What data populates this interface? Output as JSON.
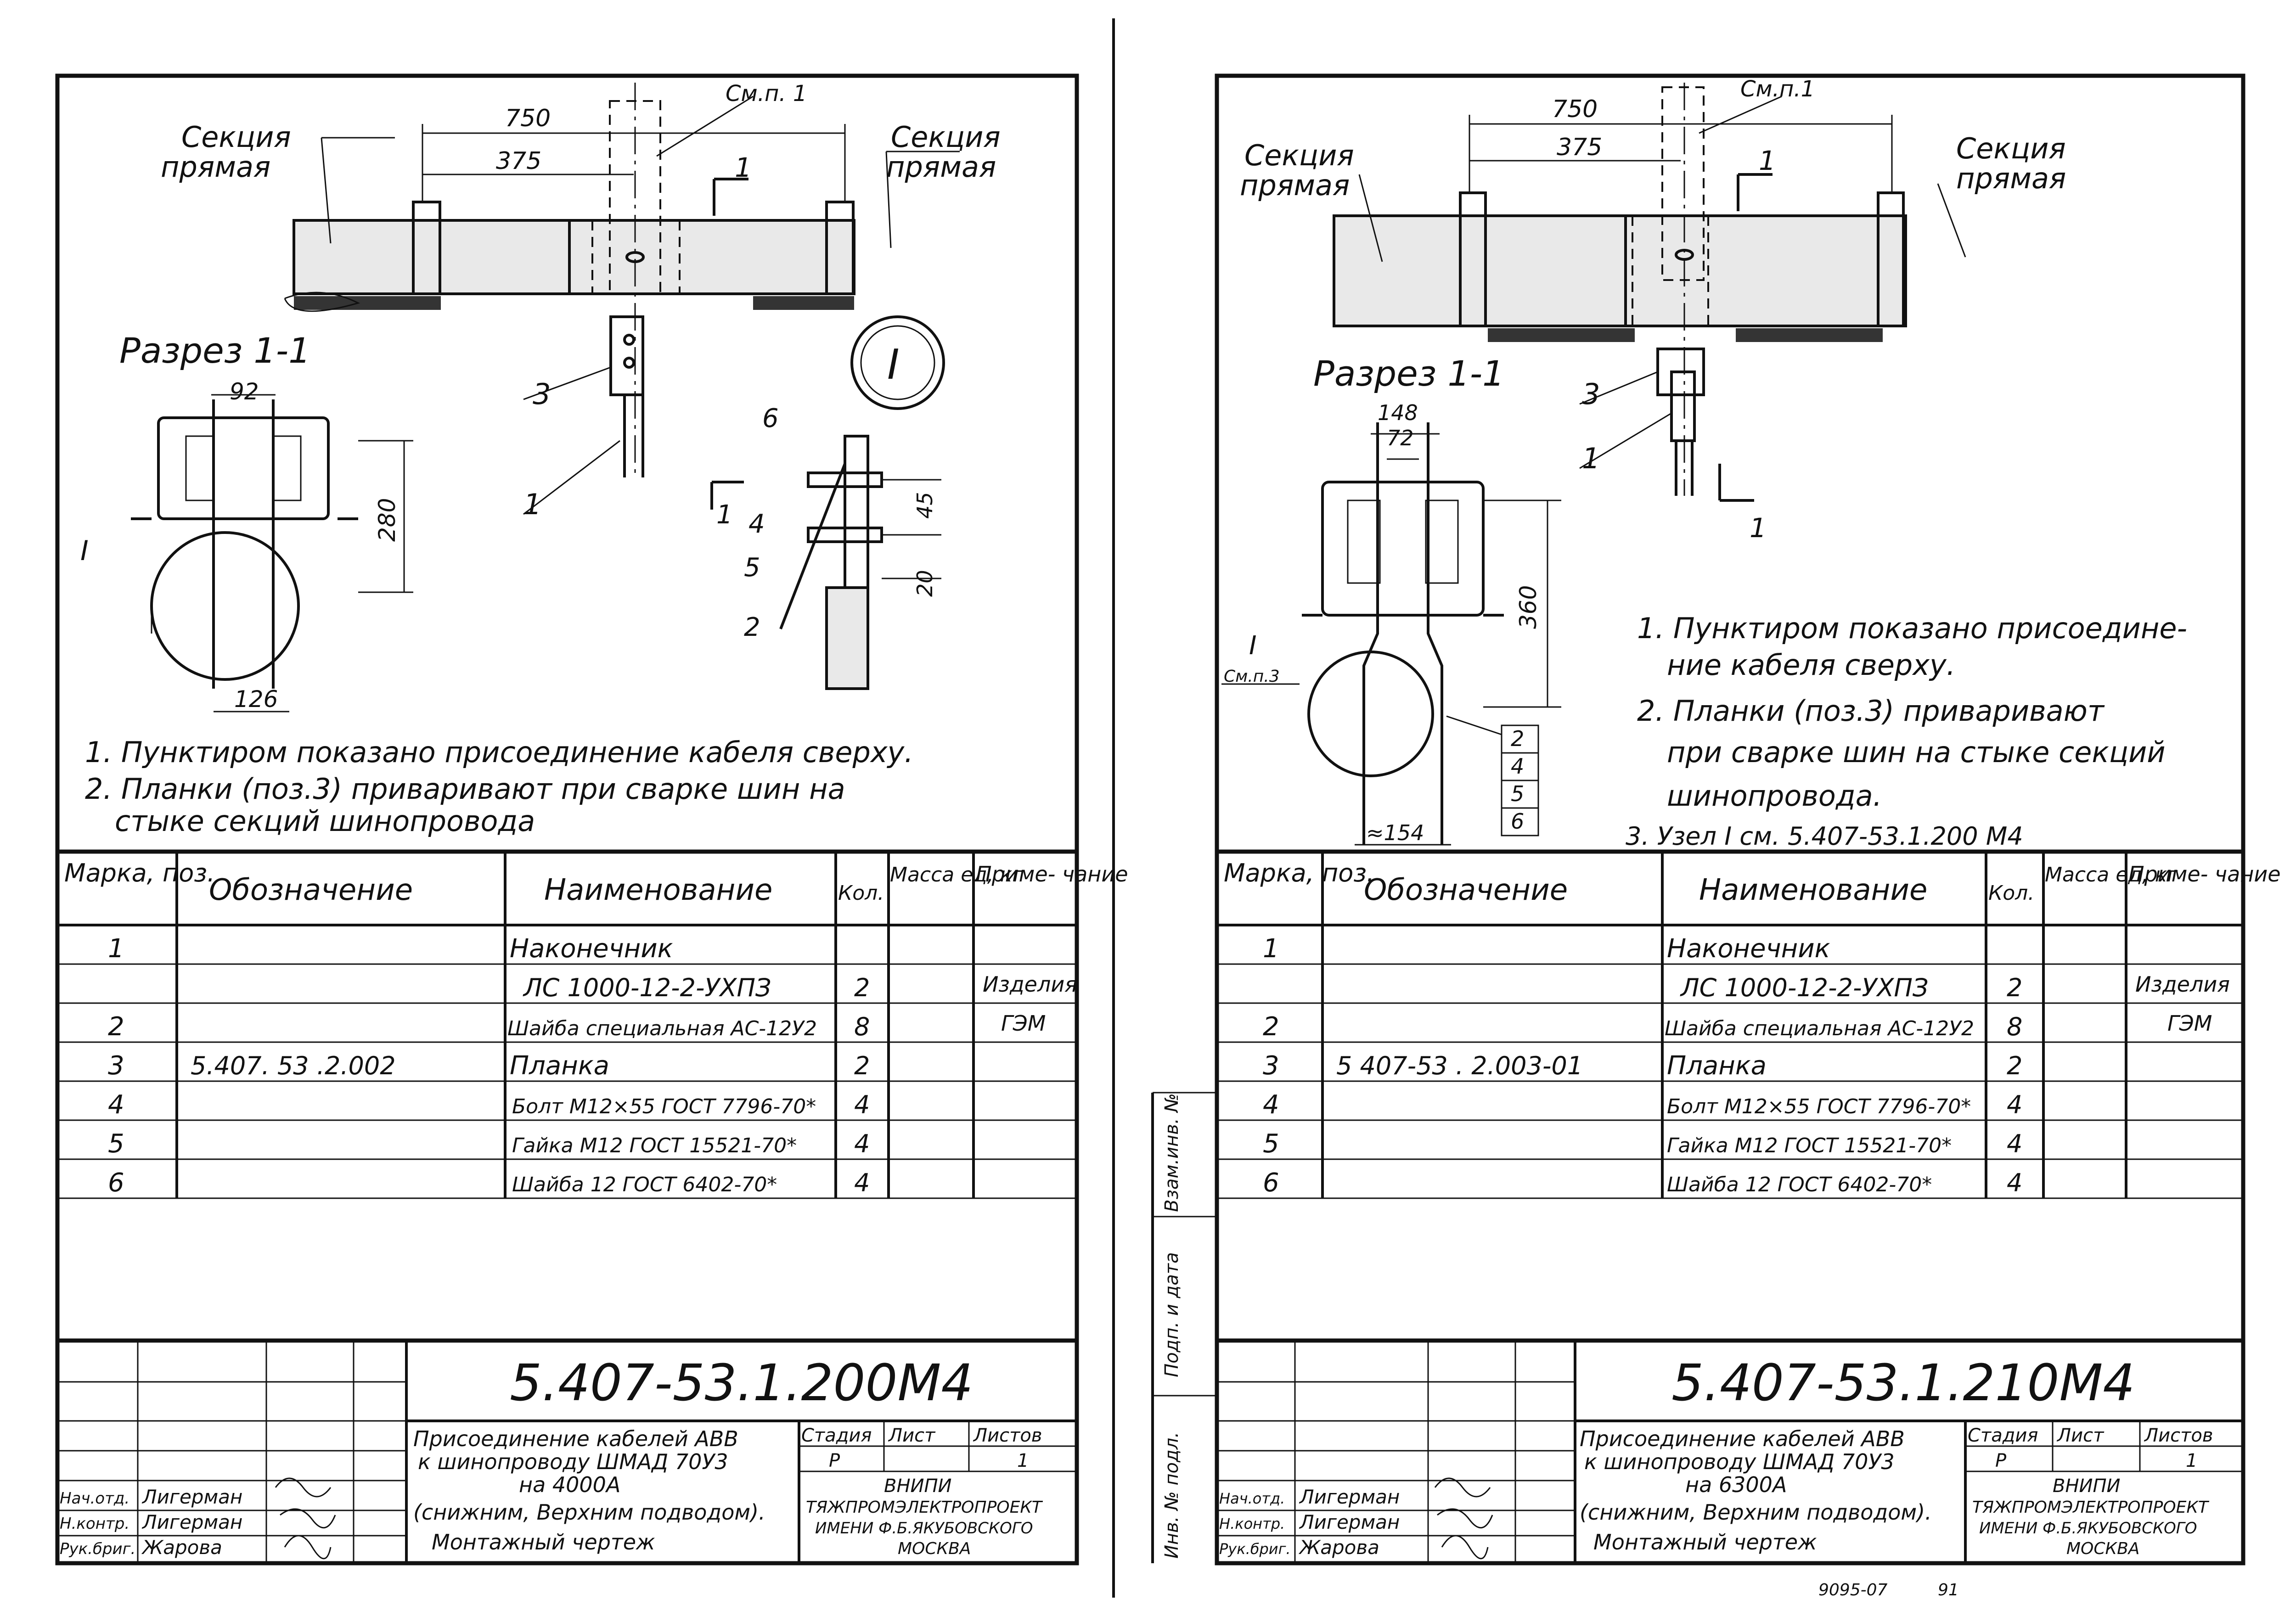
{
  "sheets": [
    {
      "id": "left",
      "drawing": {
        "section_left": [
          "Секция",
          "прямая"
        ],
        "section_right": [
          "Секция",
          "прямая"
        ],
        "dim_750": "750",
        "dim_375": "375",
        "ref_label": "См.п. 1",
        "cut_mark": "1",
        "section_title": "Разрез 1-1",
        "node_mark": "I",
        "dims_section": [
          "92",
          "280",
          "126"
        ],
        "dims_node": [
          "45",
          "20"
        ],
        "callouts_main": [
          "3",
          "1"
        ],
        "callouts_node": [
          "6",
          "4",
          "5",
          "2"
        ],
        "notes": [
          "1. Пунктиром показано присоединение кабеля сверху.",
          "2. Планки (поз.3) приваривают при сварке шин на",
          "стыке секций шинопровода"
        ]
      },
      "table": {
        "headers": [
          "Марка, поз.",
          "Обозначение",
          "Наименование",
          "Кол.",
          "Масса ед, кг",
          "Приме- чание"
        ],
        "rows": [
          [
            "1",
            "",
            "Наконечник",
            "",
            "",
            ""
          ],
          [
            "",
            "",
            "ЛС 1000-12-2-УХПЗ",
            "2",
            "",
            "Изделия"
          ],
          [
            "2",
            "",
            "Шайба специальная АС-12У2",
            "8",
            "",
            "ГЭМ"
          ],
          [
            "3",
            "5.407. 53 .2.002",
            "Планка",
            "2",
            "",
            ""
          ],
          [
            "4",
            "",
            "Болт М12×55 ГОСТ 7796-70*",
            "4",
            "",
            ""
          ],
          [
            "5",
            "",
            "Гайка М12 ГОСТ 15521-70*",
            "4",
            "",
            ""
          ],
          [
            "6",
            "",
            "Шайба 12 ГОСТ 6402-70*",
            "4",
            "",
            ""
          ]
        ]
      },
      "title_block": {
        "code": "5.407-53.1.200М4",
        "title": [
          "Присоединение кабелей АВВ",
          "к шинопроводу ШМАД 70У3",
          "на 4000А",
          "(снижним, Верхним подводом).",
          "Монтажный чертеж"
        ],
        "stage_headers": [
          "Стадия",
          "Лист",
          "Листов"
        ],
        "stage_values": [
          "Р",
          "",
          "1"
        ],
        "org": [
          "ВНИПИ",
          "ТЯЖПРОМЭЛЕКТРОПРОЕКТ",
          "ИМЕНИ Ф.Б.ЯКУБОВСКОГО",
          "МОСКВА"
        ],
        "signers": [
          [
            "Нач.отд.",
            "Лигерман"
          ],
          [
            "Н.контр.",
            "Лигерман"
          ],
          [
            "Рук.бриг.",
            "Жарова"
          ]
        ]
      }
    },
    {
      "id": "right",
      "drawing": {
        "section_left": [
          "Секция",
          "прямая"
        ],
        "section_right": [
          "Секция",
          "прямая"
        ],
        "dim_750": "750",
        "dim_375": "375",
        "ref_label": "См.п.1",
        "cut_mark": "1",
        "section_title": "Разрез 1-1",
        "node_mark": "I",
        "node_ref": "См.п.3",
        "dims_section": [
          "148",
          "72",
          "360",
          "≈154"
        ],
        "callouts_main": [
          "3",
          "1"
        ],
        "callouts_stack": [
          "2",
          "4",
          "5",
          "6"
        ],
        "notes": [
          "1. Пунктиром показано присоедине-",
          "ние кабеля сверху.",
          "2. Планки (поз.3) приваривают",
          "при сварке шин на стыке секций",
          "шинопровода.",
          "3. Узел I см. 5.407-53.1.200 М4"
        ]
      },
      "table": {
        "headers": [
          "Марка, поз.",
          "Обозначение",
          "Наименование",
          "Кол.",
          "Масса ед, кг",
          "Приме- чание"
        ],
        "rows": [
          [
            "1",
            "",
            "Наконечник",
            "",
            "",
            ""
          ],
          [
            "",
            "",
            "ЛС 1000-12-2-УХПЗ",
            "2",
            "",
            "Изделия"
          ],
          [
            "2",
            "",
            "Шайба специальная АС-12У2",
            "8",
            "",
            "ГЭМ"
          ],
          [
            "3",
            "5 407-53 . 2.003-01",
            "Планка",
            "2",
            "",
            ""
          ],
          [
            "4",
            "",
            "Болт М12×55 ГОСТ 7796-70*",
            "4",
            "",
            ""
          ],
          [
            "5",
            "",
            "Гайка М12 ГОСТ 15521-70*",
            "4",
            "",
            ""
          ],
          [
            "6",
            "",
            "Шайба 12 ГОСТ 6402-70*",
            "4",
            "",
            ""
          ]
        ]
      },
      "side_labels": [
        "Взам.инв. №",
        "Подп. и дата",
        "Инв. № подл."
      ],
      "title_block": {
        "code": "5.407-53.1.210М4",
        "title": [
          "Присоединение кабелей АВВ",
          "к шинопроводу ШМАД 70У3",
          "на 6300А",
          "(снижним, Верхним подводом).",
          "Монтажный чертеж"
        ],
        "stage_headers": [
          "Стадия",
          "Лист",
          "Листов"
        ],
        "stage_values": [
          "Р",
          "",
          "1"
        ],
        "org": [
          "ВНИПИ",
          "ТЯЖПРОМЭЛЕКТРОПРОЕКТ",
          "ИМЕНИ Ф.Б.ЯКУБОВСКОГО",
          "МОСКВА"
        ],
        "signers": [
          [
            "Нач.отд.",
            "Лигерман"
          ],
          [
            "Н.контр.",
            "Лигерман"
          ],
          [
            "Рук.бриг.",
            "Жарова"
          ]
        ],
        "footer": [
          "9095-07",
          "91"
        ]
      }
    }
  ]
}
